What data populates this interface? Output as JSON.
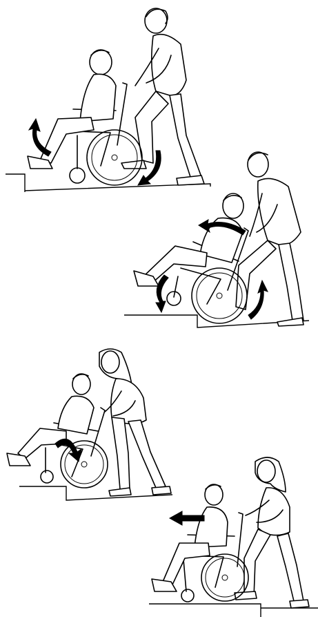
{
  "figure": {
    "panels": [
      {
        "id": "panel-1",
        "action": "tilt-back-at-curb-down",
        "arrows": [
          "feet-lift-arrow",
          "rear-wheel-down-arrow"
        ]
      },
      {
        "id": "panel-2",
        "action": "lower-front-wheels",
        "arrows": [
          "tilt-forward-arrow",
          "front-down-arrow",
          "rear-lift-arrow"
        ]
      },
      {
        "id": "panel-3",
        "action": "lift-front-onto-curb",
        "arrows": [
          "tilt-back-arrow"
        ]
      },
      {
        "id": "panel-4",
        "action": "push-forward",
        "arrows": [
          "forward-arrow"
        ]
      }
    ]
  }
}
